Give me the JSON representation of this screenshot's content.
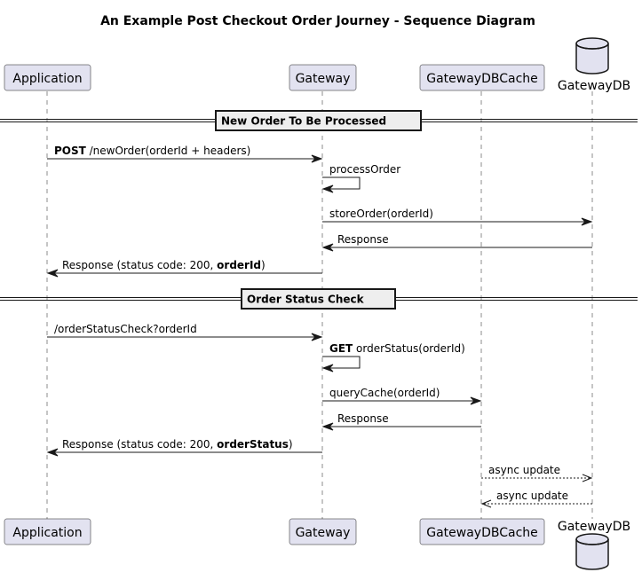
{
  "title": "An Example Post Checkout Order Journey - Sequence Diagram",
  "participants": [
    {
      "id": "app",
      "label": "Application",
      "type": "box"
    },
    {
      "id": "gw",
      "label": "Gateway",
      "type": "box"
    },
    {
      "id": "cache",
      "label": "GatewayDBCache",
      "type": "box"
    },
    {
      "id": "db",
      "label": "GatewayDB",
      "type": "database"
    }
  ],
  "dividers": [
    {
      "label": "New Order To Be Processed"
    },
    {
      "label": "Order Status Check"
    }
  ],
  "messages": [
    {
      "from": "app",
      "to": "gw",
      "style": "solid",
      "parts": [
        {
          "t": "POST",
          "b": true
        },
        {
          "t": " /newOrder(orderId + headers)"
        }
      ]
    },
    {
      "from": "gw",
      "to": "gw",
      "style": "solid",
      "parts": [
        {
          "t": "processOrder"
        }
      ]
    },
    {
      "from": "gw",
      "to": "db",
      "style": "solid",
      "parts": [
        {
          "t": "storeOrder(orderId)"
        }
      ]
    },
    {
      "from": "db",
      "to": "gw",
      "style": "solid",
      "parts": [
        {
          "t": "Response"
        }
      ]
    },
    {
      "from": "gw",
      "to": "app",
      "style": "solid",
      "parts": [
        {
          "t": "Response (status code: 200, "
        },
        {
          "t": "orderId",
          "b": true
        },
        {
          "t": ")"
        }
      ]
    },
    {
      "from": "app",
      "to": "gw",
      "style": "solid",
      "parts": [
        {
          "t": "/orderStatusCheck?orderId"
        }
      ]
    },
    {
      "from": "gw",
      "to": "gw",
      "style": "solid",
      "parts": [
        {
          "t": "GET",
          "b": true
        },
        {
          "t": " orderStatus(orderId)"
        }
      ]
    },
    {
      "from": "gw",
      "to": "cache",
      "style": "solid",
      "parts": [
        {
          "t": "queryCache(orderId)"
        }
      ]
    },
    {
      "from": "cache",
      "to": "gw",
      "style": "solid",
      "parts": [
        {
          "t": "Response"
        }
      ]
    },
    {
      "from": "gw",
      "to": "app",
      "style": "solid",
      "parts": [
        {
          "t": "Response (status code: 200, "
        },
        {
          "t": "orderStatus",
          "b": true
        },
        {
          "t": ")"
        }
      ]
    },
    {
      "from": "cache",
      "to": "db",
      "style": "dashed",
      "parts": [
        {
          "t": "async update"
        }
      ]
    },
    {
      "from": "db",
      "to": "cache",
      "style": "dashed",
      "parts": [
        {
          "t": "async update"
        }
      ]
    }
  ],
  "colors": {
    "participant_fill": "#e2e2f0",
    "participant_border": "#181818",
    "lifeline": "#181818",
    "divider_fill": "#eeeeee",
    "line": "#181818"
  }
}
